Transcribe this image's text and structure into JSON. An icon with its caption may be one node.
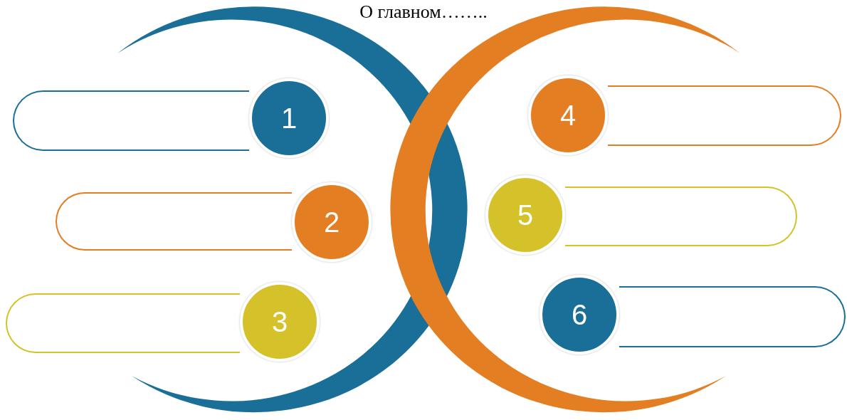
{
  "diagram": {
    "title": "О главном……..",
    "nodes": [
      {
        "text": [],
        "shape": "box"
      },
      {
        "text": [
          "1"
        ]
      },
      {
        "text": [
          "4"
        ]
      },
      {
        "text": [],
        "shape": "box"
      },
      {
        "text": [],
        "shape": "box"
      },
      {
        "text": [
          "2"
        ]
      },
      {
        "text": [
          "5"
        ]
      },
      {
        "text": [],
        "shape": "box"
      },
      {
        "text": [],
        "shape": "box"
      },
      {
        "text": [
          "3"
        ]
      },
      {
        "text": [
          "6"
        ]
      },
      {
        "text": [],
        "shape": "box"
      }
    ]
  }
}
